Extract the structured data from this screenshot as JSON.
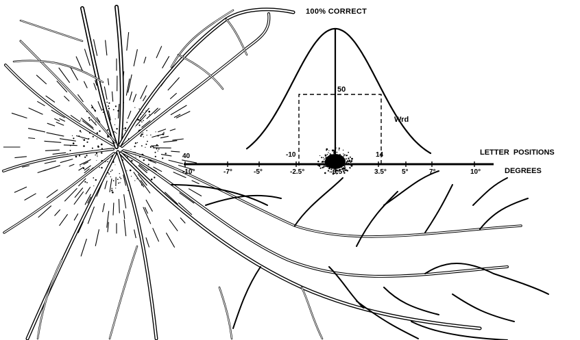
{
  "diagram": {
    "curve_title": "100% CORRECT",
    "fifty_label": "50",
    "curve_label": "Wrd",
    "letter_axis_label": "LETTER  POSITIONS",
    "degrees_axis_label": "DEGREES",
    "letter_positions": [
      "40",
      "-10",
      "14"
    ],
    "degree_ticks": [
      "-10°",
      "-7°",
      "-5°",
      "-2.5°",
      "-0.5°",
      "3.5°",
      "5°",
      "7°",
      "10°"
    ],
    "ink_color": "#000000"
  }
}
